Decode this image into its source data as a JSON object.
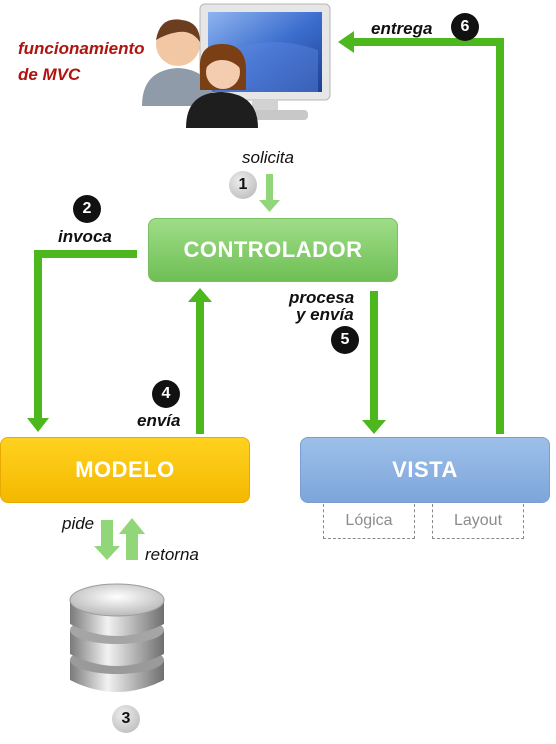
{
  "title": "funcionamiento de MVC",
  "boxes": {
    "controlador": "CONTROLADOR",
    "modelo": "MODELO",
    "vista": "VISTA",
    "vista_parts": [
      "Lógica",
      "Layout"
    ]
  },
  "steps": [
    {
      "num": "1",
      "label": "solicita"
    },
    {
      "num": "2",
      "label": "invoca"
    },
    {
      "num": "3",
      "label_pide": "pide",
      "label_retorna": "retorna"
    },
    {
      "num": "4",
      "label": "envía"
    },
    {
      "num": "5",
      "label_line1": "procesa",
      "label_line2": "y envía"
    },
    {
      "num": "6",
      "label": "entrega"
    }
  ],
  "colors": {
    "arrow": "#4cb81e",
    "arrow_light": "#92d67a",
    "controlador": "#82cc6a",
    "modelo": "#f8c20a",
    "vista": "#8fb3e3",
    "title": "#b0140f"
  },
  "icons": {
    "users": "users-icon",
    "monitor": "monitor-icon",
    "database": "database-icon"
  }
}
